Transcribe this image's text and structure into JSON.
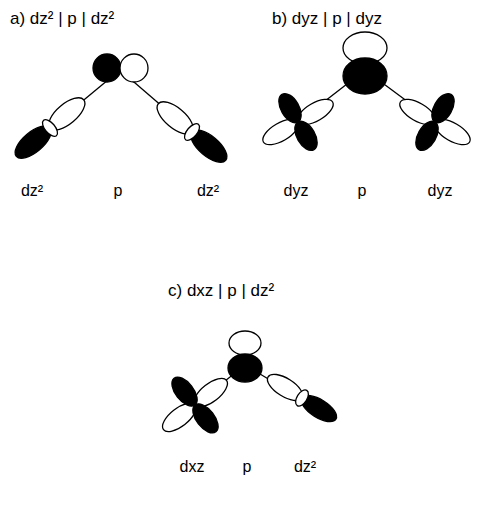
{
  "diagram": {
    "labels": [
      "a) dz² | p | dz²",
      "dz²",
      "p",
      "dz²",
      "b) dyz | p | dyz",
      "dyz",
      "p",
      "dyz",
      "c) dxz | p | dz²",
      "dxz",
      "p",
      "dz²"
    ]
  }
}
